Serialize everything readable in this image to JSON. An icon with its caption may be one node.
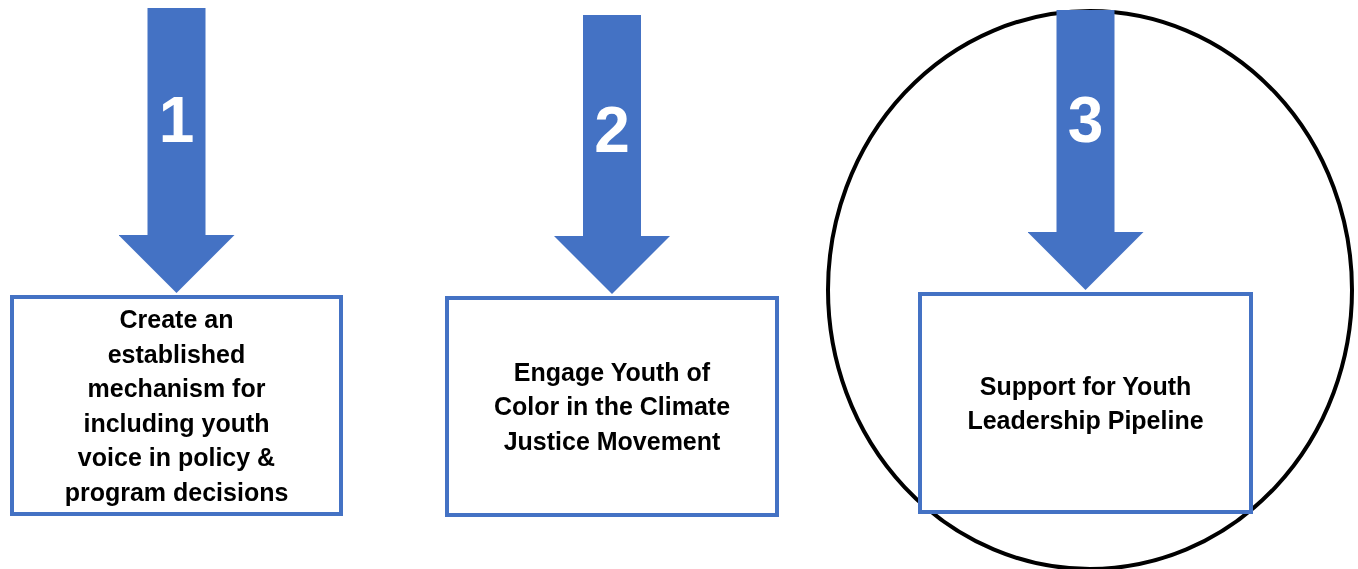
{
  "diagram": {
    "nodes": [
      {
        "text": [
          "Create an established mechanism for including youth voice in policy & program decisions"
        ]
      },
      {
        "text": [
          "Engage Youth of Color in the Climate Justice Movement"
        ]
      },
      {
        "text": [
          "Support for Youth Leadership Pipeline"
        ]
      }
    ],
    "edges": [
      {
        "from": null,
        "to": 0,
        "arrow": "to",
        "label": "1"
      },
      {
        "from": null,
        "to": 1,
        "arrow": "to",
        "label": "2"
      },
      {
        "from": null,
        "to": 2,
        "arrow": "to",
        "label": "3"
      }
    ]
  }
}
